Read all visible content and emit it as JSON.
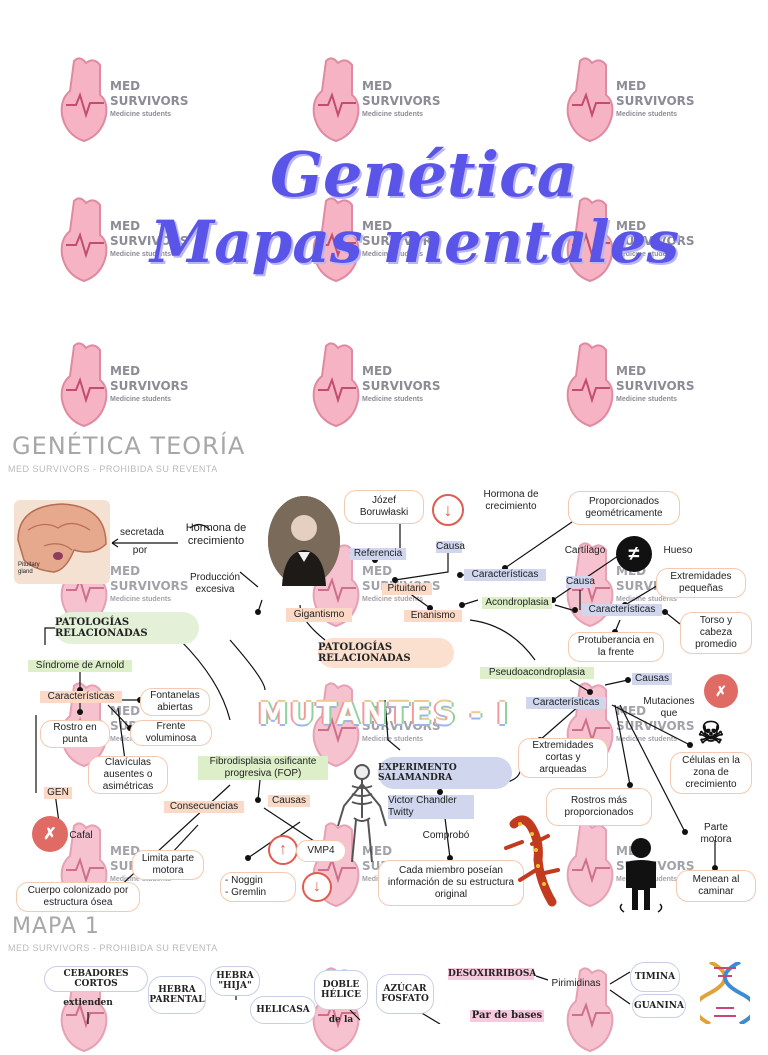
{
  "watermark": {
    "brand_line1": "MED",
    "brand_line2": "SURVIVORS",
    "tagline": "Medicine students"
  },
  "title": {
    "line1": "Genética",
    "line2": "Mapas mentales"
  },
  "section1": {
    "heading": "GENÉTICA TEORÍA",
    "sub": "MED SURVIVORS - PROHIBIDA SU REVENTA"
  },
  "section2": {
    "heading": "MAPA 1",
    "sub": "MED SURVIVORS - PROHIBIDA SU REVENTA"
  },
  "brain": {
    "label": "Pituitary gland"
  },
  "map": {
    "secretada": "secretada",
    "por": "por",
    "hormona_crec": "Hormona de crecimiento",
    "produccion": "Producción excesiva",
    "gigantismo": "Gigantismo",
    "jozef": "Józef Boruwłaski",
    "referencia": "Referencia",
    "causa1": "Causa",
    "hormona_crec2": "Hormona de crecimiento",
    "pituitario": "Pituitario",
    "caracteristicas1": "Características",
    "enanismo": "Enanismo",
    "acondroplasia": "Acondroplasia",
    "proporcionados": "Proporcionados geométricamente",
    "cartilago": "Cartílago",
    "hueso": "Hueso",
    "causa2": "Causa",
    "extremidades_peq": "Extremidades pequeñas",
    "caracteristicas2": "Características",
    "torso": "Torso y cabeza promedio",
    "protuberancia": "Protuberancia en la frente",
    "patologias1": "PATOLOGÍAS RELACIONADAS",
    "patologias2": "PATOLOGÍAS RELACIONADAS",
    "arnold": "Síndrome de Arnold",
    "caracteristicas3": "Características",
    "fontanelas": "Fontanelas abiertas",
    "rostro_punta": "Rostro en punta",
    "frente": "Frente voluminosa",
    "clavículas": "Clavículas ausentes o asimétricas",
    "gen": "GEN",
    "cafal": "Cafal",
    "cuerpo": "Cuerpo colonizado por estructura ósea",
    "fop": "Fibrodisplasia osificante progresiva (FOP)",
    "consecuencias": "Consecuencias",
    "causas1": "Causas",
    "limita": "Limita parte motora",
    "vmp4": "VMP4",
    "noggin": "-  Noggin",
    "gremlin": "-  Gremlin",
    "mutantes": "MUTANTES - I",
    "pseudo": "Pseudoacondroplasia",
    "causas2": "Causas",
    "mutaciones": "Mutaciones que",
    "caracteristicas4": "Características",
    "extremidades_cortas": "Extremidades cortas y arqueadas",
    "celulas": "Células en la zona de crecimiento",
    "rostros": "Rostros más proporcionados",
    "experimento": "EXPERIMENTO SALAMANDRA",
    "victor": "Victor Chandler Twitty",
    "comprobo": "Comprobó",
    "cada_miembro": "Cada miembro poseían información de su estructura original",
    "parte_motora": "Parte motora",
    "menean": "Menean al caminar"
  },
  "map2": {
    "cebadores": "CEBADORES CORTOS",
    "extienden": "extienden",
    "hebra_parental": "HEBRA PARENTAL",
    "hebra_hija": "HEBRA \"HIJA\"",
    "helicasa": "HELICASA",
    "doble_helice": "DOBLE HÉLICE",
    "de_la": "de la",
    "azucar": "AZÚCAR FOSFATO",
    "desoxirribosa": "DESOXIRRIBOSA",
    "par_bases": "Par de bases",
    "pirimidinas": "Pirimidinas",
    "timina": "TIMINA",
    "guanina": "GUANINA"
  }
}
